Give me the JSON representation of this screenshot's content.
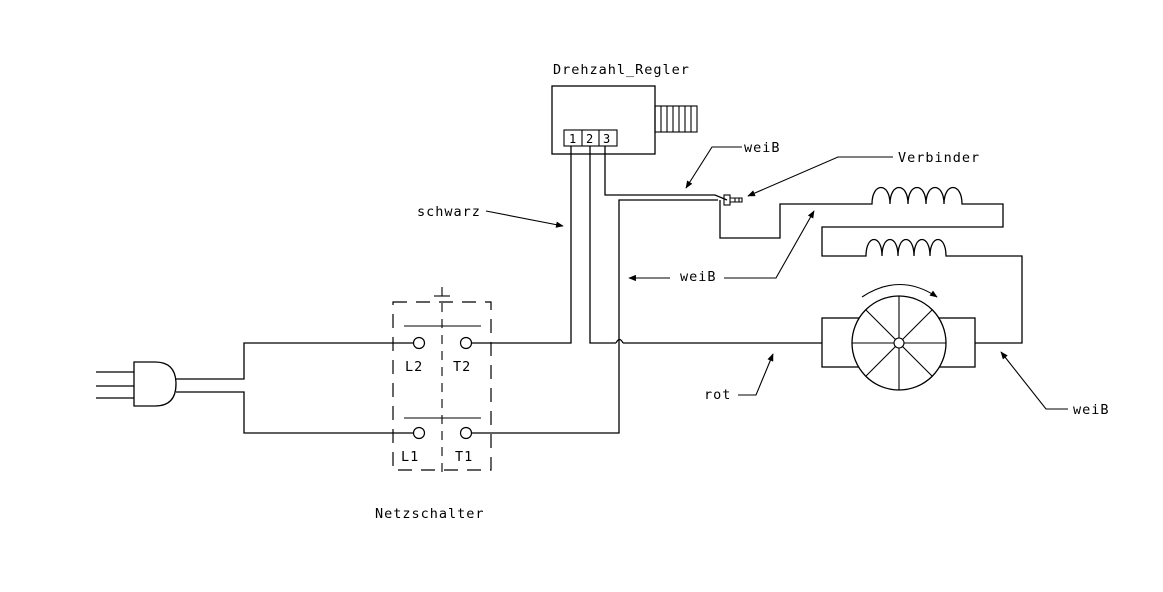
{
  "diagram": {
    "labels": {
      "regulator_title": "Drehzahl_Regler",
      "terminal_1": "1",
      "terminal_2": "2",
      "terminal_3": "3",
      "wire_white_top": "weiB",
      "connector": "Verbinder",
      "wire_black": "schwarz",
      "wire_white_middle": "weiB",
      "switch_L2": "L2",
      "switch_T2": "T2",
      "switch_L1": "L1",
      "switch_T1": "T1",
      "wire_red": "rot",
      "wire_white_motor": "weiB",
      "switch_title": "Netzschalter"
    },
    "colors": {
      "line": "#000000",
      "background": "#ffffff"
    },
    "icons": [
      "plug-icon",
      "fan-motor-icon",
      "coil-icon",
      "connector-icon"
    ]
  }
}
